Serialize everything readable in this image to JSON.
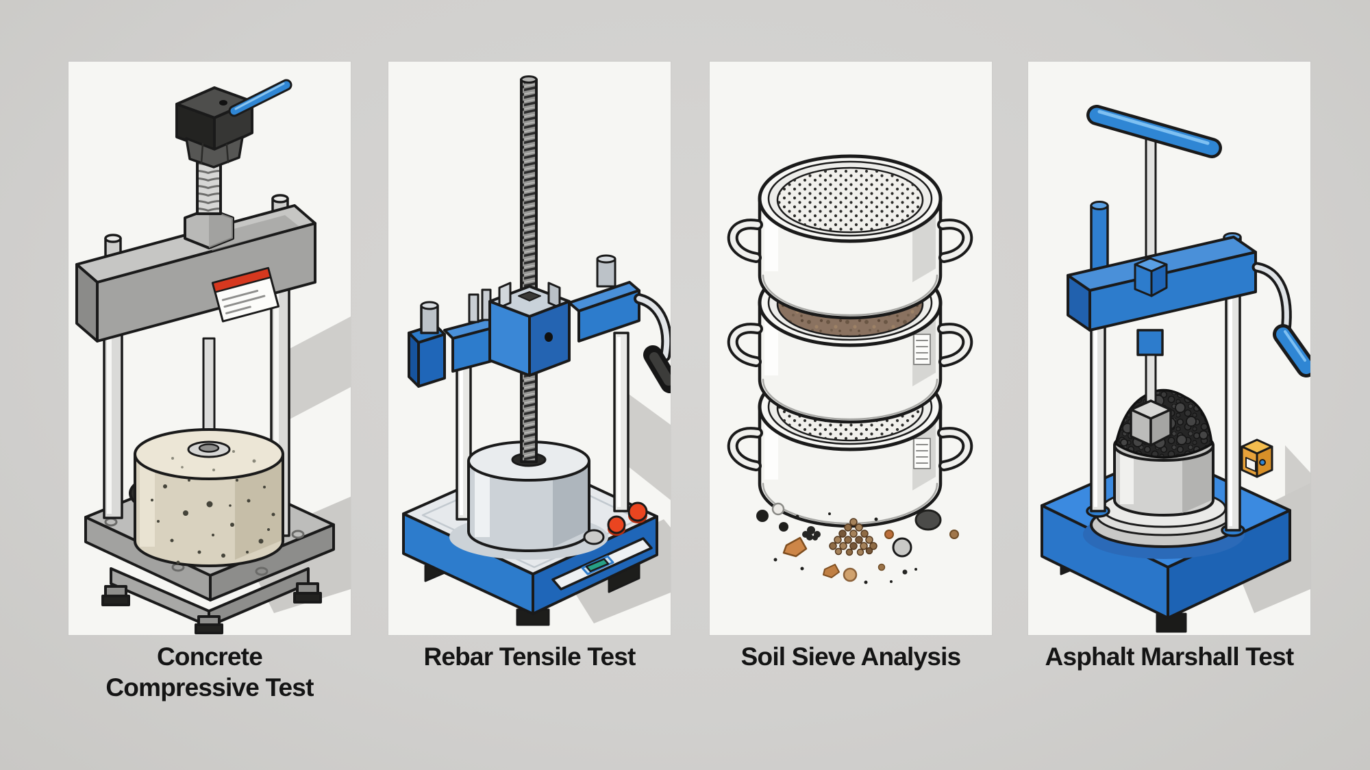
{
  "page": {
    "description": "Four-panel isometric illustration of construction materials testing equipment",
    "background_color": "#d2d1cf",
    "panel_color": "#f6f6f3",
    "caption_color": "#141414"
  },
  "colors": {
    "accent_blue": "#2f7fd0",
    "dark_blue": "#1f66b8",
    "machine_gray": "#a3a3a1",
    "steel_light": "#dadad8",
    "concrete_tan": "#d9d2bf",
    "soil_brown": "#8a7260",
    "asphalt_black": "#2e2e2e",
    "warning_red": "#d6381f",
    "button_red": "#ea4520",
    "button_green": "#27a187",
    "shadow_gray": "#cbcac7"
  },
  "panels": [
    {
      "id": "concrete-compressive-test",
      "label": "Concrete\nCompressive Test",
      "illustration": "concrete-compression-press-icon"
    },
    {
      "id": "rebar-tensile-test",
      "label": "Rebar Tensile Test",
      "illustration": "rebar-tensile-machine-icon"
    },
    {
      "id": "soil-sieve-analysis",
      "label": "Soil Sieve Analysis",
      "illustration": "sieve-stack-icon"
    },
    {
      "id": "asphalt-marshall-test",
      "label": "Asphalt Marshall Test",
      "illustration": "marshall-press-icon"
    }
  ]
}
